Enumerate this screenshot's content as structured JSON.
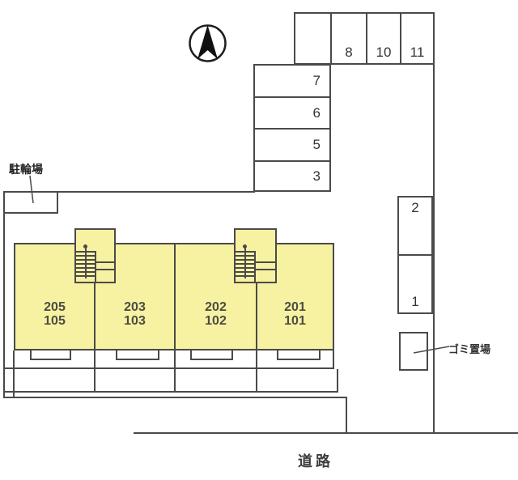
{
  "colors": {
    "building_fill": "#F7F1A2",
    "line": "#4A4A4A",
    "number_text": "#333333",
    "unit_text": "#4C4C44",
    "north_fill": "#111111"
  },
  "labels": {
    "bicycle_parking": "駐輪場",
    "garbage_area": "ゴミ置場",
    "road": "道路"
  },
  "parking": {
    "top_row": [
      "",
      "8",
      "10",
      "11"
    ],
    "left_column": [
      "7",
      "6",
      "5",
      "3"
    ],
    "right_column": [
      "2",
      "1"
    ]
  },
  "building": {
    "units": [
      {
        "upper": "205",
        "lower": "105"
      },
      {
        "upper": "203",
        "lower": "103"
      },
      {
        "upper": "202",
        "lower": "102"
      },
      {
        "upper": "201",
        "lower": "101"
      }
    ]
  },
  "icons": {
    "north_arrow": "north-compass-arrow"
  }
}
